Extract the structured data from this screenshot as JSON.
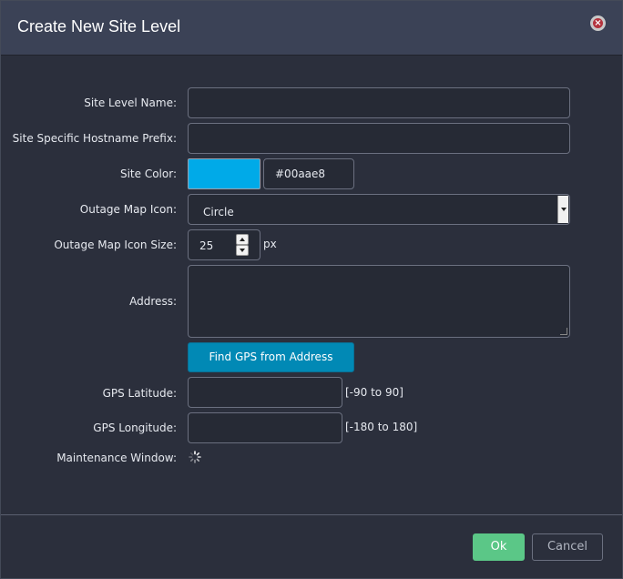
{
  "dialog": {
    "title": "Create New Site Level",
    "close_icon": "close-icon"
  },
  "form": {
    "site_level_name": {
      "label": "Site Level Name:",
      "value": ""
    },
    "hostname_prefix": {
      "label": "Site Specific Hostname Prefix:",
      "value": ""
    },
    "site_color": {
      "label": "Site Color:",
      "swatch": "#00aae8",
      "value": "#00aae8"
    },
    "outage_map_icon": {
      "label": "Outage Map Icon:",
      "selected": "Circle"
    },
    "outage_map_icon_size": {
      "label": "Outage Map Icon Size:",
      "value": "25",
      "unit": "px"
    },
    "address": {
      "label": "Address:",
      "value": ""
    },
    "find_gps_button": "Find GPS from Address",
    "gps_latitude": {
      "label": "GPS Latitude:",
      "value": "",
      "range": "[-90 to 90]"
    },
    "gps_longitude": {
      "label": "GPS Longitude:",
      "value": "",
      "range": "[-180 to 180]"
    },
    "maintenance_window": {
      "label": "Maintenance Window:",
      "icon": "loading-spinner-icon"
    }
  },
  "footer": {
    "ok_label": "Ok",
    "cancel_label": "Cancel"
  },
  "colors": {
    "accent": "#0189b5",
    "ok": "#5bc787",
    "background": "#2b2f3c",
    "header": "#3b4256"
  }
}
